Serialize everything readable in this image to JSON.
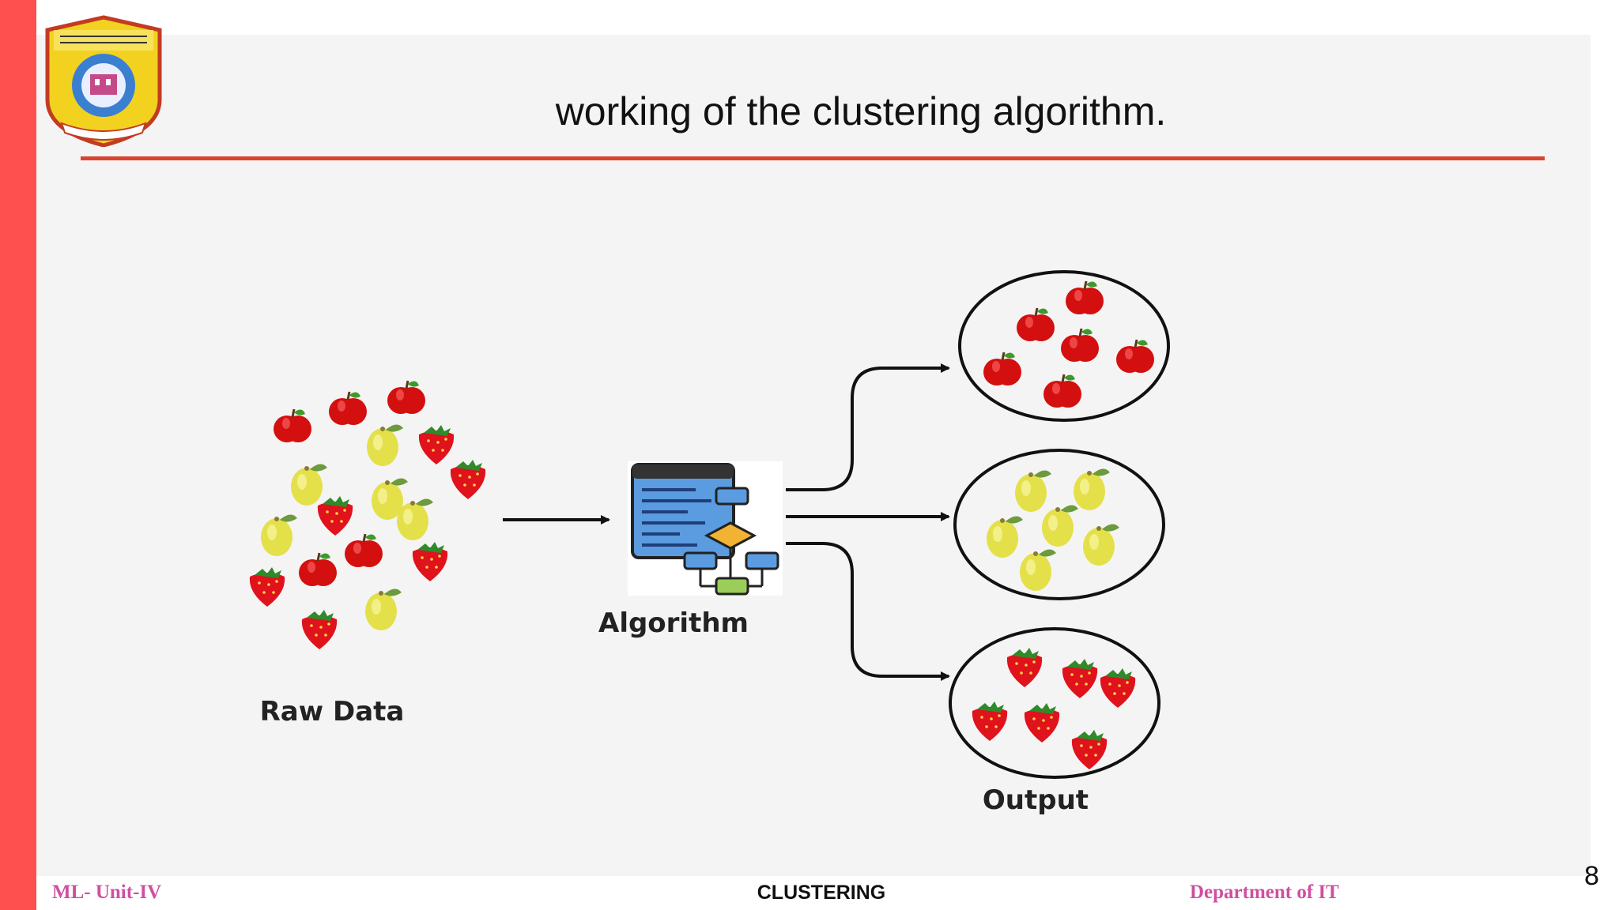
{
  "slide": {
    "title": "working of the clustering algorithm.",
    "page_number": "8"
  },
  "diagram": {
    "raw_data_label": "Raw Data",
    "algorithm_label": "Algorithm",
    "output_label": "Output"
  },
  "footer": {
    "left": "ML- Unit-IV",
    "center": "CLUSTERING",
    "right": "Department of IT"
  },
  "colors": {
    "accent_bar": "#ff5050",
    "title_rule": "#d9442f",
    "footer_text": "#d04fa0"
  }
}
